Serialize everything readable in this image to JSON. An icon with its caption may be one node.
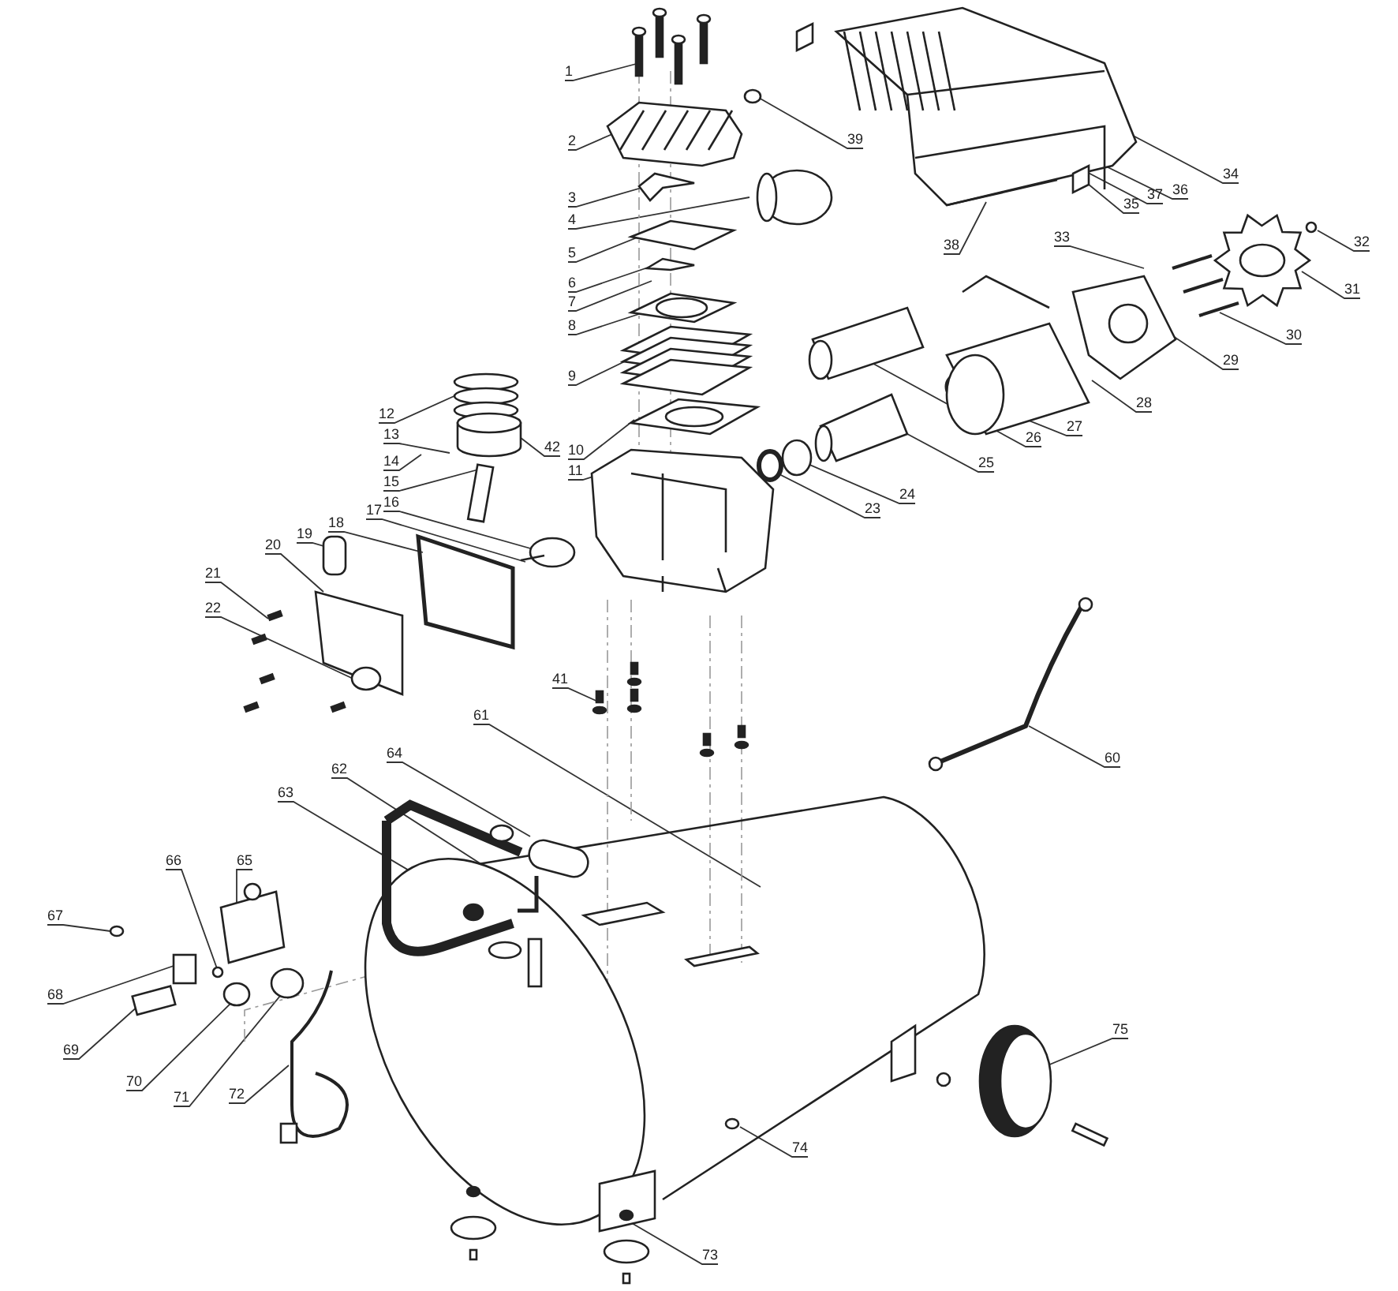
{
  "diagram": {
    "nodes": [
      {
        "text": [
          "1"
        ]
      },
      {
        "text": [
          "2"
        ]
      },
      {
        "text": [
          "3"
        ]
      },
      {
        "text": [
          "4"
        ]
      },
      {
        "text": [
          "5"
        ]
      },
      {
        "text": [
          "6"
        ]
      },
      {
        "text": [
          "7"
        ]
      },
      {
        "text": [
          "8"
        ]
      },
      {
        "text": [
          "9"
        ]
      },
      {
        "text": [
          "10"
        ]
      },
      {
        "text": [
          "11"
        ]
      },
      {
        "text": [
          "12"
        ]
      },
      {
        "text": [
          "13"
        ]
      },
      {
        "text": [
          "14"
        ]
      },
      {
        "text": [
          "15"
        ]
      },
      {
        "text": [
          "16"
        ]
      },
      {
        "text": [
          "17"
        ]
      },
      {
        "text": [
          "18"
        ]
      },
      {
        "text": [
          "19"
        ]
      },
      {
        "text": [
          "20"
        ]
      },
      {
        "text": [
          "21"
        ]
      },
      {
        "text": [
          "22"
        ]
      },
      {
        "text": [
          "23"
        ]
      },
      {
        "text": [
          "24"
        ]
      },
      {
        "text": [
          "25"
        ]
      },
      {
        "text": [
          "26"
        ]
      },
      {
        "text": [
          "27"
        ]
      },
      {
        "text": [
          "28"
        ]
      },
      {
        "text": [
          "29"
        ]
      },
      {
        "text": [
          "30"
        ]
      },
      {
        "text": [
          "31"
        ]
      },
      {
        "text": [
          "32"
        ]
      },
      {
        "text": [
          "33"
        ]
      },
      {
        "text": [
          "34"
        ]
      },
      {
        "text": [
          "35"
        ]
      },
      {
        "text": [
          "36"
        ]
      },
      {
        "text": [
          "37"
        ]
      },
      {
        "text": [
          "38"
        ]
      },
      {
        "text": [
          "39"
        ]
      },
      {
        "text": [
          "41"
        ]
      },
      {
        "text": [
          "42"
        ]
      },
      {
        "text": [
          "60"
        ]
      },
      {
        "text": [
          "61"
        ]
      },
      {
        "text": [
          "62"
        ]
      },
      {
        "text": [
          "63"
        ]
      },
      {
        "text": [
          "64"
        ]
      },
      {
        "text": [
          "65"
        ]
      },
      {
        "text": [
          "66"
        ]
      },
      {
        "text": [
          "67"
        ]
      },
      {
        "text": [
          "68"
        ]
      },
      {
        "text": [
          "69"
        ]
      },
      {
        "text": [
          "70"
        ]
      },
      {
        "text": [
          "71"
        ]
      },
      {
        "text": [
          "72"
        ]
      },
      {
        "text": [
          "73"
        ]
      },
      {
        "text": [
          "74"
        ]
      },
      {
        "text": [
          "75"
        ]
      }
    ],
    "edges": [
      {
        "from": 0,
        "to": null,
        "arrow": "none"
      },
      {
        "from": 1,
        "to": null,
        "arrow": "none"
      },
      {
        "from": 2,
        "to": null,
        "arrow": "none"
      },
      {
        "from": 3,
        "to": null,
        "arrow": "none"
      },
      {
        "from": 4,
        "to": null,
        "arrow": "none"
      },
      {
        "from": 5,
        "to": null,
        "arrow": "none"
      },
      {
        "from": 6,
        "to": null,
        "arrow": "none"
      },
      {
        "from": 7,
        "to": null,
        "arrow": "none"
      },
      {
        "from": 8,
        "to": null,
        "arrow": "none"
      },
      {
        "from": 9,
        "to": null,
        "arrow": "none"
      },
      {
        "from": 10,
        "to": null,
        "arrow": "none"
      },
      {
        "from": 11,
        "to": null,
        "arrow": "none"
      },
      {
        "from": 12,
        "to": null,
        "arrow": "none"
      },
      {
        "from": 13,
        "to": null,
        "arrow": "none"
      },
      {
        "from": 14,
        "to": null,
        "arrow": "none"
      },
      {
        "from": 15,
        "to": null,
        "arrow": "none"
      },
      {
        "from": 16,
        "to": null,
        "arrow": "none"
      },
      {
        "from": 17,
        "to": null,
        "arrow": "none"
      },
      {
        "from": 18,
        "to": null,
        "arrow": "none"
      },
      {
        "from": 19,
        "to": null,
        "arrow": "none"
      },
      {
        "from": 20,
        "to": null,
        "arrow": "none"
      },
      {
        "from": 21,
        "to": null,
        "arrow": "none"
      },
      {
        "from": 22,
        "to": null,
        "arrow": "none"
      },
      {
        "from": 23,
        "to": null,
        "arrow": "none"
      },
      {
        "from": 24,
        "to": null,
        "arrow": "none"
      },
      {
        "from": 25,
        "to": null,
        "arrow": "none"
      },
      {
        "from": 26,
        "to": null,
        "arrow": "none"
      },
      {
        "from": 27,
        "to": null,
        "arrow": "none"
      },
      {
        "from": 28,
        "to": null,
        "arrow": "none"
      },
      {
        "from": 29,
        "to": null,
        "arrow": "none"
      },
      {
        "from": 30,
        "to": null,
        "arrow": "none"
      },
      {
        "from": 31,
        "to": null,
        "arrow": "none"
      },
      {
        "from": 32,
        "to": null,
        "arrow": "none"
      },
      {
        "from": 33,
        "to": null,
        "arrow": "none"
      },
      {
        "from": 34,
        "to": null,
        "arrow": "none"
      },
      {
        "from": 35,
        "to": null,
        "arrow": "none"
      },
      {
        "from": 36,
        "to": null,
        "arrow": "none"
      },
      {
        "from": 37,
        "to": null,
        "arrow": "none"
      },
      {
        "from": 38,
        "to": null,
        "arrow": "none"
      },
      {
        "from": 39,
        "to": null,
        "arrow": "none"
      },
      {
        "from": 40,
        "to": null,
        "arrow": "none"
      },
      {
        "from": 41,
        "to": null,
        "arrow": "none"
      },
      {
        "from": 42,
        "to": null,
        "arrow": "none"
      },
      {
        "from": 43,
        "to": null,
        "arrow": "none"
      },
      {
        "from": 44,
        "to": null,
        "arrow": "none"
      },
      {
        "from": 45,
        "to": null,
        "arrow": "none"
      },
      {
        "from": 46,
        "to": null,
        "arrow": "none"
      },
      {
        "from": 47,
        "to": null,
        "arrow": "none"
      },
      {
        "from": 48,
        "to": null,
        "arrow": "none"
      },
      {
        "from": 49,
        "to": null,
        "arrow": "none"
      },
      {
        "from": 50,
        "to": null,
        "arrow": "none"
      },
      {
        "from": 51,
        "to": null,
        "arrow": "none"
      },
      {
        "from": 52,
        "to": null,
        "arrow": "none"
      },
      {
        "from": 53,
        "to": null,
        "arrow": "none"
      },
      {
        "from": 54,
        "to": null,
        "arrow": "none"
      },
      {
        "from": 55,
        "to": null,
        "arrow": "none"
      },
      {
        "from": 56,
        "to": null,
        "arrow": "none"
      }
    ]
  }
}
